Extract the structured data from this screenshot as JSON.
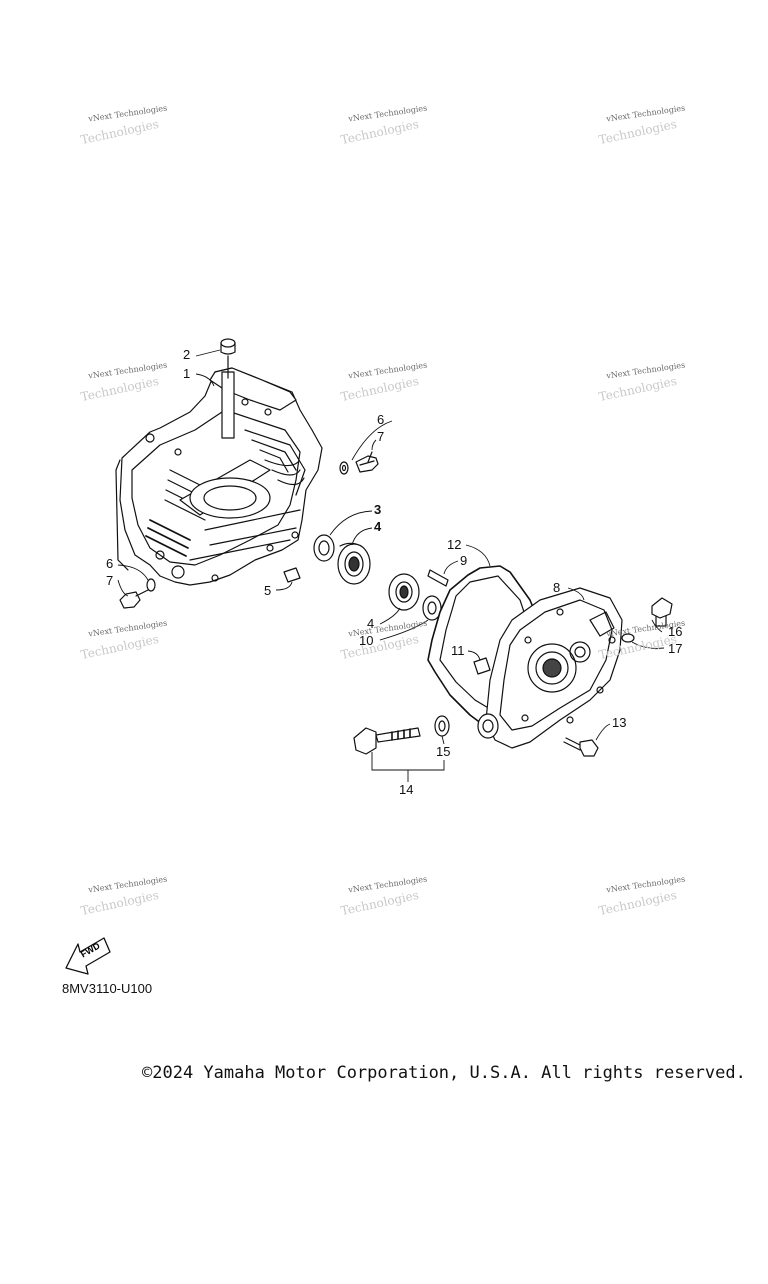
{
  "watermark": {
    "line1": "vNext Technologies",
    "line2": "Technologies"
  },
  "callouts": [
    {
      "id": "2",
      "label": "2",
      "bold": false
    },
    {
      "id": "1",
      "label": "1",
      "bold": false
    },
    {
      "id": "6a",
      "label": "6",
      "bold": false
    },
    {
      "id": "7a",
      "label": "7",
      "bold": false
    },
    {
      "id": "3",
      "label": "3",
      "bold": true
    },
    {
      "id": "4a",
      "label": "4",
      "bold": true
    },
    {
      "id": "12",
      "label": "12",
      "bold": false
    },
    {
      "id": "9",
      "label": "9",
      "bold": false
    },
    {
      "id": "8",
      "label": "8",
      "bold": false
    },
    {
      "id": "6b",
      "label": "6",
      "bold": false
    },
    {
      "id": "7b",
      "label": "7",
      "bold": false
    },
    {
      "id": "5",
      "label": "5",
      "bold": false
    },
    {
      "id": "4b",
      "label": "4",
      "bold": false
    },
    {
      "id": "10",
      "label": "10",
      "bold": false
    },
    {
      "id": "16",
      "label": "16",
      "bold": false
    },
    {
      "id": "17",
      "label": "17",
      "bold": false
    },
    {
      "id": "11",
      "label": "11",
      "bold": false
    },
    {
      "id": "13",
      "label": "13",
      "bold": false
    },
    {
      "id": "15",
      "label": "15",
      "bold": false
    },
    {
      "id": "14",
      "label": "14",
      "bold": false
    }
  ],
  "fwd_label": "FWD",
  "diagram_code": "8MV3110-U100",
  "copyright": "©2024 Yamaha Motor Corporation, U.S.A. All rights reserved."
}
